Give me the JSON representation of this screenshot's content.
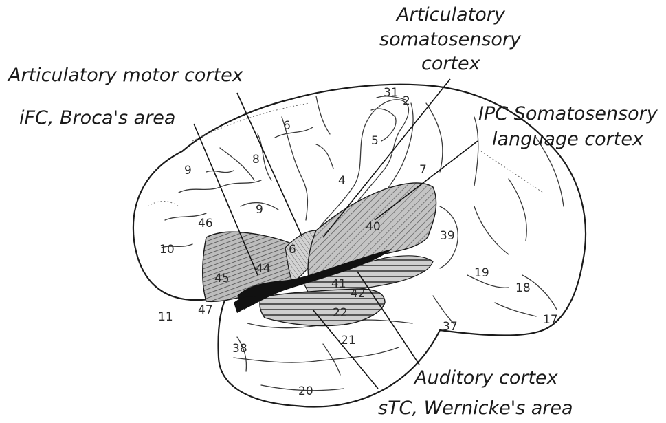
{
  "callouts": {
    "articulatory_motor_cortex": "Articulatory motor cortex",
    "broca": "iFC, Broca's area",
    "somatosensory_line1": "Articulatory",
    "somatosensory_line2": "somatosensory",
    "somatosensory_line3": "cortex",
    "ipc_line1": "IPC Somatosensory",
    "ipc_line2": "language cortex",
    "auditory_cortex": "Auditory cortex",
    "wernicke": "sTC, Wernicke's area"
  },
  "brodmann_areas": {
    "a31": "31",
    "a2": "2",
    "a6": "6",
    "a5": "5",
    "a8": "8",
    "a4": "4",
    "a9_upper": "9",
    "a9_lower": "9",
    "a7": "7",
    "a40": "40",
    "a39": "39",
    "a46": "46",
    "a10": "10",
    "a45": "45",
    "a44": "44",
    "a6_lower": "6",
    "a41": "41",
    "a42": "42",
    "a19": "19",
    "a18": "18",
    "a17": "17",
    "a22": "22",
    "a37": "37",
    "a21": "21",
    "a38": "38",
    "a11": "11",
    "a47": "47",
    "a20": "20"
  },
  "colors": {
    "outline": "#1a1a1a",
    "hatch_fill": "#b9b9b9",
    "hatch_line": "#5a5a5a",
    "background": "#ffffff"
  }
}
